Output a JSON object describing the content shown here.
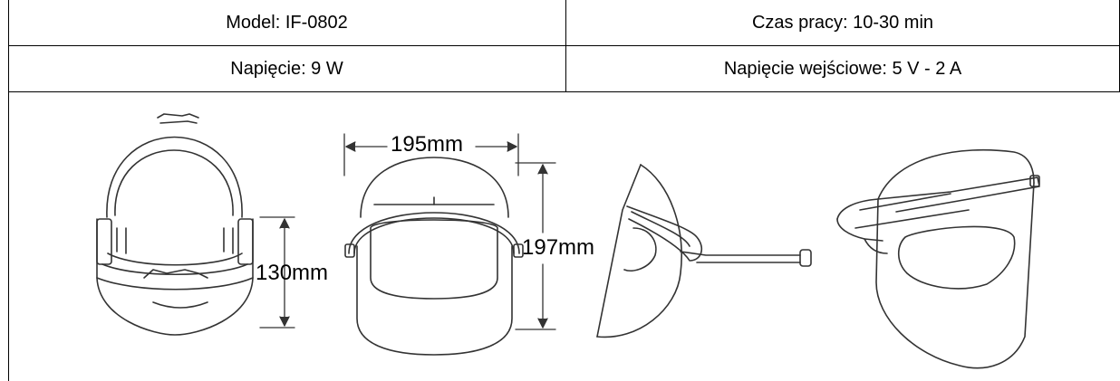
{
  "specs": {
    "model": "Model: IF-0802",
    "work_time": "Czas pracy: 10-30 min",
    "power": "Napięcie: 9 W",
    "input_voltage": "Napięcie wejściowe: 5 V - 2 A"
  },
  "dimensions": {
    "width": "195mm",
    "height": "197mm",
    "depth": "130mm"
  }
}
